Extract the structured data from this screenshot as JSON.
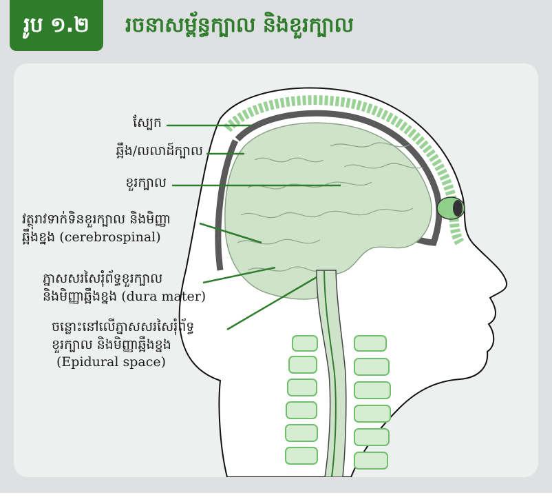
{
  "header": {
    "figure_number": "រូប ១.២",
    "title": "រចនាសម្ព័ន្ធក្បាល និងខួរក្បាល"
  },
  "labels": {
    "scalp": "ស្បែក",
    "skull": "ឆ្អឹង/លលាដ៍ក្បាល",
    "brain": "ខួរក្បាល",
    "csf_line1": "វត្ថុរាវទាក់ទិនខួរក្បាល និងមិញ្ញា",
    "csf_line2": "ឆ្អឹងខ្នង (cerebrospinal)",
    "dura_line1": "ភ្នាសសរសៃរុំព័ទ្ធខួរក្បាល",
    "dura_line2": "និងមិញ្ញាឆ្អឹងខ្នង (dura mater)",
    "epidural_line1": "ចន្លោះនៅលើភ្នាសសរសៃរុំព័ទ្ធ",
    "epidural_line2": "ខួរក្បាល និងមិញ្ញាឆ្អឹងខ្នង",
    "epidural_line3": "(Epidural space)"
  },
  "colors": {
    "accent_green": "#2f7d2c",
    "tissue_green": "#6fbf6a",
    "brain_fill": "#cfe3cb",
    "panel_bg": "#eef0f0",
    "header_bg": "#dfe0e1"
  }
}
